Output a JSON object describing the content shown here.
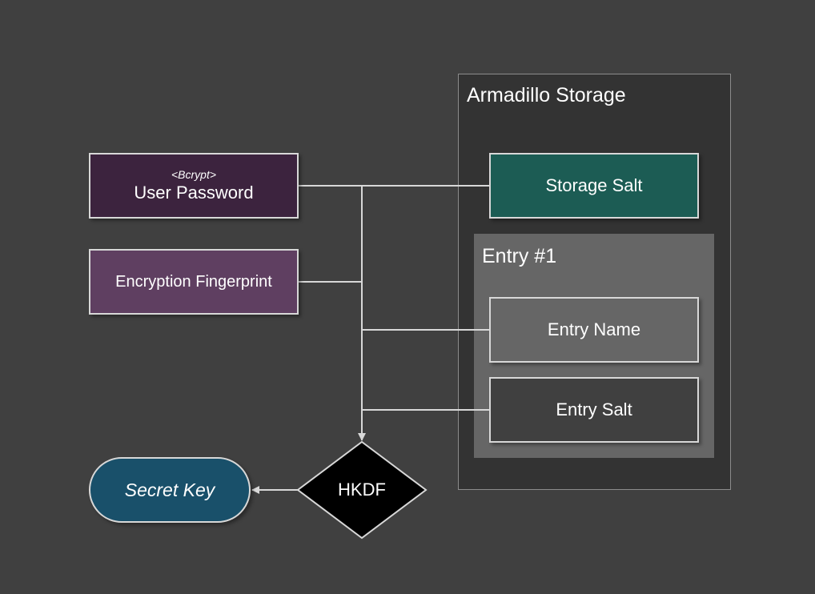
{
  "diagram": {
    "storage_container": {
      "title": "Armadillo Storage"
    },
    "entry_container": {
      "title": "Entry #1"
    },
    "nodes": {
      "user_password": {
        "annotation": "<Bcrypt>",
        "label": "User Password"
      },
      "encryption_fingerprint": {
        "label": "Encryption Fingerprint"
      },
      "storage_salt": {
        "label": "Storage Salt"
      },
      "entry_name": {
        "label": "Entry Name"
      },
      "entry_salt": {
        "label": "Entry Salt"
      },
      "hkdf": {
        "label": "HKDF"
      },
      "secret_key": {
        "label": "Secret Key"
      }
    },
    "edges": [
      {
        "from": "user_password",
        "to": "hkdf"
      },
      {
        "from": "encryption_fingerprint",
        "to": "hkdf"
      },
      {
        "from": "storage_salt",
        "to": "hkdf"
      },
      {
        "from": "entry_name",
        "to": "hkdf"
      },
      {
        "from": "entry_salt",
        "to": "hkdf"
      },
      {
        "from": "hkdf",
        "to": "secret_key"
      }
    ],
    "colors": {
      "background": "#404040",
      "storage_container": "#333333",
      "entry_container": "#666666",
      "user_password": "#3c233e",
      "encryption_fingerprint": "#5f3f61",
      "storage_salt": "#1c5c54",
      "secret_key": "#19506a",
      "hkdf": "#000000",
      "edge": "#d8d8d8"
    }
  }
}
